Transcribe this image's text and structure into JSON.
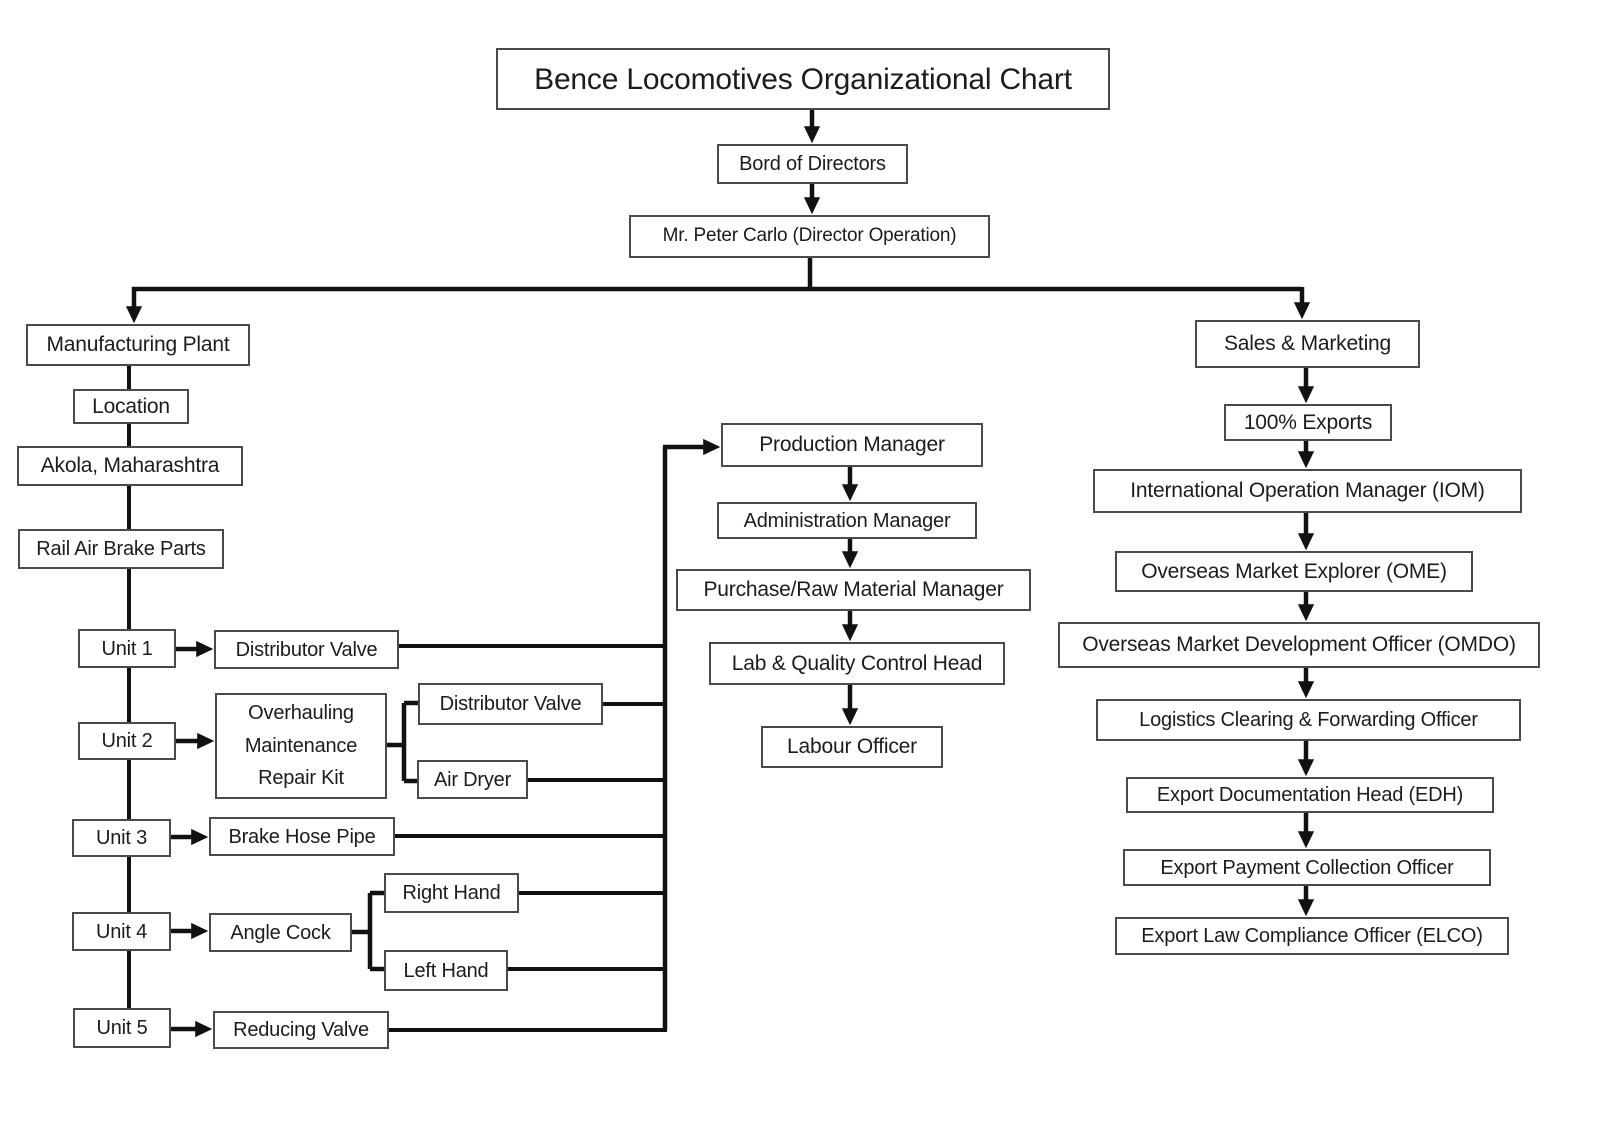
{
  "title": "Bence Locomotives Organizational Chart",
  "top": {
    "board": "Bord of Directors",
    "director": "Mr. Peter Carlo (Director Operation)"
  },
  "plant": {
    "heading": "Manufacturing Plant",
    "location_label": "Location",
    "location_value": "Akola, Maharashtra",
    "products_label": "Rail Air Brake Parts",
    "units": [
      {
        "label": "Unit 1",
        "product": "Distributor Valve"
      },
      {
        "label": "Unit 2",
        "product_lines": [
          "Overhauling",
          "Maintenance",
          "Repair Kit"
        ],
        "sub": [
          "Distributor Valve",
          "Air Dryer"
        ]
      },
      {
        "label": "Unit 3",
        "product": "Brake Hose Pipe"
      },
      {
        "label": "Unit 4",
        "product": "Angle Cock",
        "sub": [
          "Right Hand",
          "Left Hand"
        ]
      },
      {
        "label": "Unit 5",
        "product": "Reducing Valve"
      }
    ]
  },
  "management": [
    "Production Manager",
    "Administration Manager",
    "Purchase/Raw Material Manager",
    "Lab & Quality Control Head",
    "Labour Officer"
  ],
  "sales": [
    "Sales & Marketing",
    "100% Exports",
    "International Operation Manager (IOM)",
    "Overseas Market Explorer (OME)",
    "Overseas Market Development Officer (OMDO)",
    "Logistics Clearing & Forwarding Officer",
    "Export Documentation Head (EDH)",
    "Export Payment Collection Officer",
    "Export Law Compliance Officer (ELCO)"
  ],
  "colors": {
    "line": "#111111",
    "box_border": "#4a4a4a",
    "text": "#1c1c1c",
    "background": "#ffffff"
  }
}
